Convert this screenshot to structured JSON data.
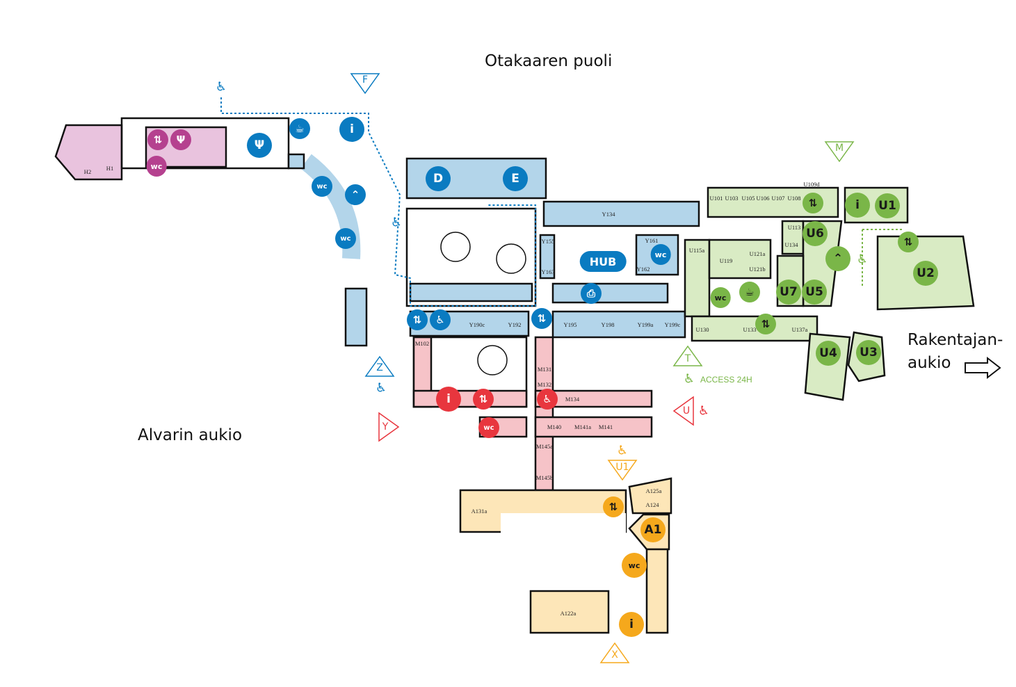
{
  "labels": {
    "top": "Otakaaren puoli",
    "left": "Alvarin aukio",
    "right_line1": "Rakentajan-",
    "right_line2": "aukio",
    "access": "ACCESS 24H"
  },
  "entrances": [
    "F",
    "M",
    "T",
    "Z",
    "Y",
    "U",
    "U1",
    "X"
  ],
  "hubs": {
    "d": "D",
    "e": "E",
    "hub": "HUB",
    "u1": "U1",
    "u2": "U2",
    "u3": "U3",
    "u4": "U4",
    "u5": "U5",
    "u6": "U6",
    "u7": "U7",
    "a1": "A1"
  },
  "icons": {
    "info": "i",
    "elevator": "⇅",
    "wc": "wc",
    "accessible": "♿",
    "coffee": "☕",
    "restaurant": "Ψ",
    "hanger": "⌃",
    "printer": "⎙",
    "arrow": "⇨"
  },
  "rooms": [
    "H2",
    "H1",
    "Y134",
    "Y155",
    "Y163",
    "Y161",
    "Y162",
    "Y195",
    "Y198",
    "Y199a",
    "Y199c",
    "Y190c",
    "Y192",
    "M102",
    "M131",
    "M132",
    "M134",
    "M140",
    "M141a",
    "M141",
    "M145a",
    "M145b",
    "A131a",
    "A125a",
    "A124",
    "A122a",
    "U109d",
    "U101",
    "U103",
    "U105",
    "U106",
    "U107",
    "U108",
    "U113",
    "U134",
    "U115a",
    "U119",
    "U121a",
    "U121b",
    "U130",
    "U133",
    "U137a"
  ],
  "colors": {
    "purple": "#b5418f",
    "blue": "#0a7bc1",
    "red": "#e8363e",
    "green": "#7ab648",
    "yellow": "#f5a81c"
  }
}
